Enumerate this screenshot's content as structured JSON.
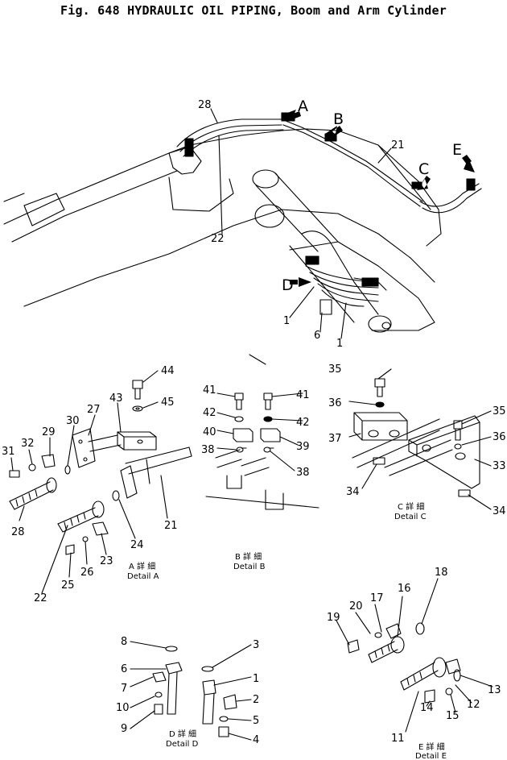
{
  "header": {
    "fig": "Fig. 648",
    "title": "HYDRAULIC OIL PIPING, Boom and Arm Cylinder"
  },
  "callouts": {
    "main": [
      "28",
      "21",
      "22",
      "1",
      "6",
      "1"
    ],
    "a": [
      "44",
      "45",
      "43",
      "27",
      "30",
      "29",
      "32",
      "31",
      "28",
      "22",
      "25",
      "26",
      "23",
      "24",
      "21"
    ],
    "b": [
      "41",
      "41",
      "42",
      "42",
      "40",
      "39",
      "38",
      "38"
    ],
    "c": [
      "35",
      "36",
      "37",
      "34",
      "35",
      "36",
      "33",
      "34"
    ],
    "d": [
      "8",
      "3",
      "6",
      "1",
      "7",
      "2",
      "10",
      "5",
      "9",
      "4"
    ],
    "e": [
      "18",
      "16",
      "17",
      "20",
      "19",
      "13",
      "12",
      "15",
      "14",
      "11"
    ]
  },
  "arrows": [
    "A",
    "B",
    "C",
    "D",
    "E"
  ],
  "details": {
    "a": {
      "jp": "A 詳 細",
      "en": "Detail A"
    },
    "b": {
      "jp": "B 詳 細",
      "en": "Detail B"
    },
    "c": {
      "jp": "C 詳 細",
      "en": "Detail C"
    },
    "d": {
      "jp": "D 詳 細",
      "en": "Detail D"
    },
    "e": {
      "jp": "E 詳 細",
      "en": "Detail E"
    }
  }
}
